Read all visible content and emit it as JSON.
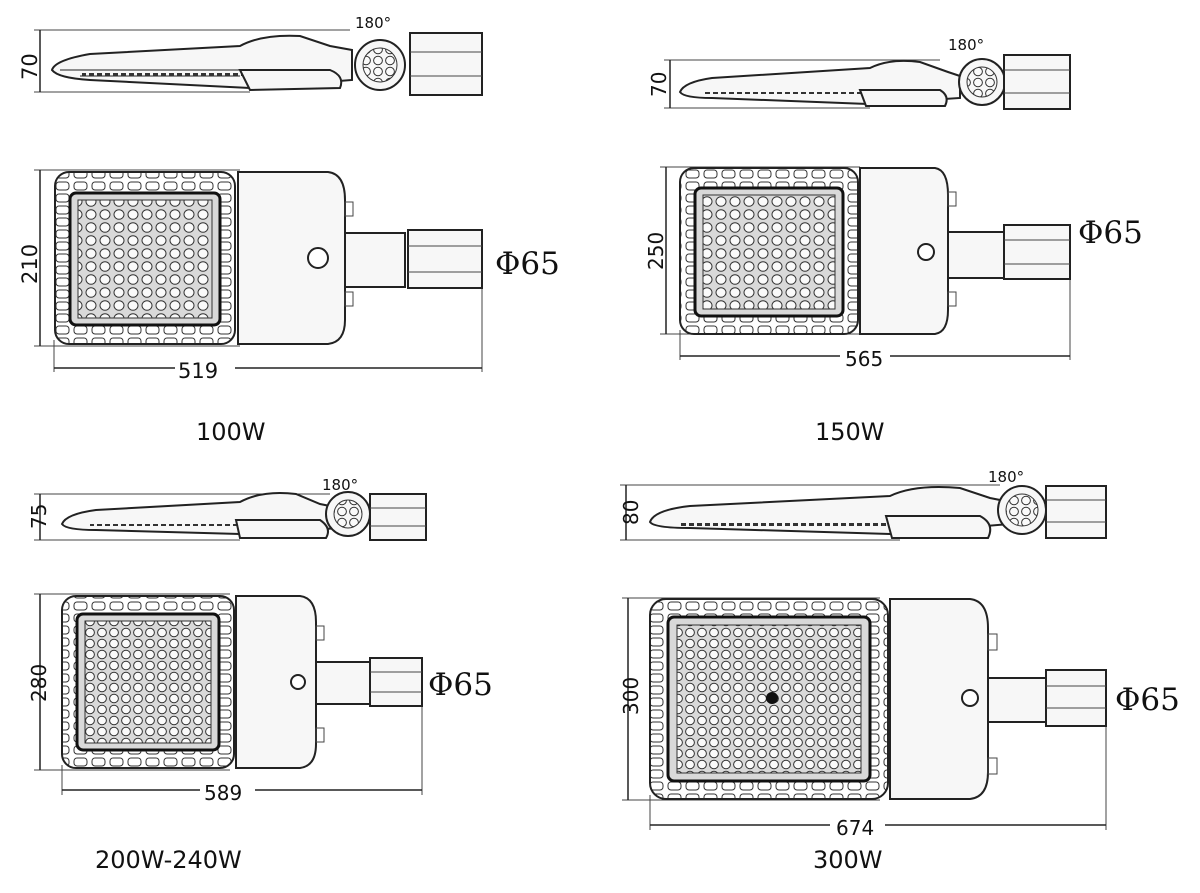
{
  "colors": {
    "line": "#222222",
    "fill": "#f7f7f7",
    "panel": "#d9d9d9"
  },
  "units": [
    {
      "id": "u100",
      "height": "70",
      "width": "210",
      "length": "519",
      "pipe": "Φ65",
      "angle": "180°",
      "watt": "100W"
    },
    {
      "id": "u150",
      "height": "70",
      "width": "250",
      "length": "565",
      "pipe": "Φ65",
      "angle": "180°",
      "watt": "150W"
    },
    {
      "id": "u200",
      "height": "75",
      "width": "280",
      "length": "589",
      "pipe": "Φ65",
      "angle": "180°",
      "watt": "200W-240W"
    },
    {
      "id": "u300",
      "height": "80",
      "width": "300",
      "length": "674",
      "pipe": "Φ65",
      "angle": "180°",
      "watt": "300W"
    }
  ]
}
